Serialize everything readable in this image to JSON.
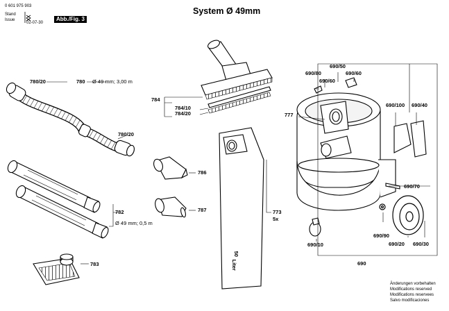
{
  "header": {
    "doc_number": "0 601 975 903",
    "stand_label": "Stand",
    "issue_label": "Issue",
    "issue_date": "02-07-30",
    "fig_label": "Abb./Fig. 3",
    "title": "System Ø 49mm"
  },
  "parts": {
    "p780_20_a": "780/20",
    "p780": "780",
    "p780_spec": "Ø 49 mm; 3,00 m",
    "p780_20_b": "780/20",
    "p782": "782",
    "p782_spec": "Ø 49 mm; 0,5 m",
    "p783": "783",
    "p784": "784",
    "p784_10": "784/10",
    "p784_20": "784/20",
    "p786": "786",
    "p787": "787",
    "p773": "773",
    "p773_qty": "5x",
    "bag_volume": "50",
    "bag_unit": "Liter",
    "p777": "777",
    "p690_80": "690/80",
    "p690_50": "690/50",
    "p690_60a": "690/60",
    "p690_60b": "690/60",
    "p690_100": "690/100",
    "p690_40": "690/40",
    "p690_70": "690/70",
    "p690_90": "690/90",
    "p690_20": "690/20",
    "p690_30": "690/30",
    "p690_10": "690/10",
    "p690": "690"
  },
  "footer": {
    "note_de": "Änderungen vorbehalten",
    "note_en": "Modifications reserved",
    "note_fr": "Modifications reservees",
    "note_es": "Salvo modificaciones"
  }
}
